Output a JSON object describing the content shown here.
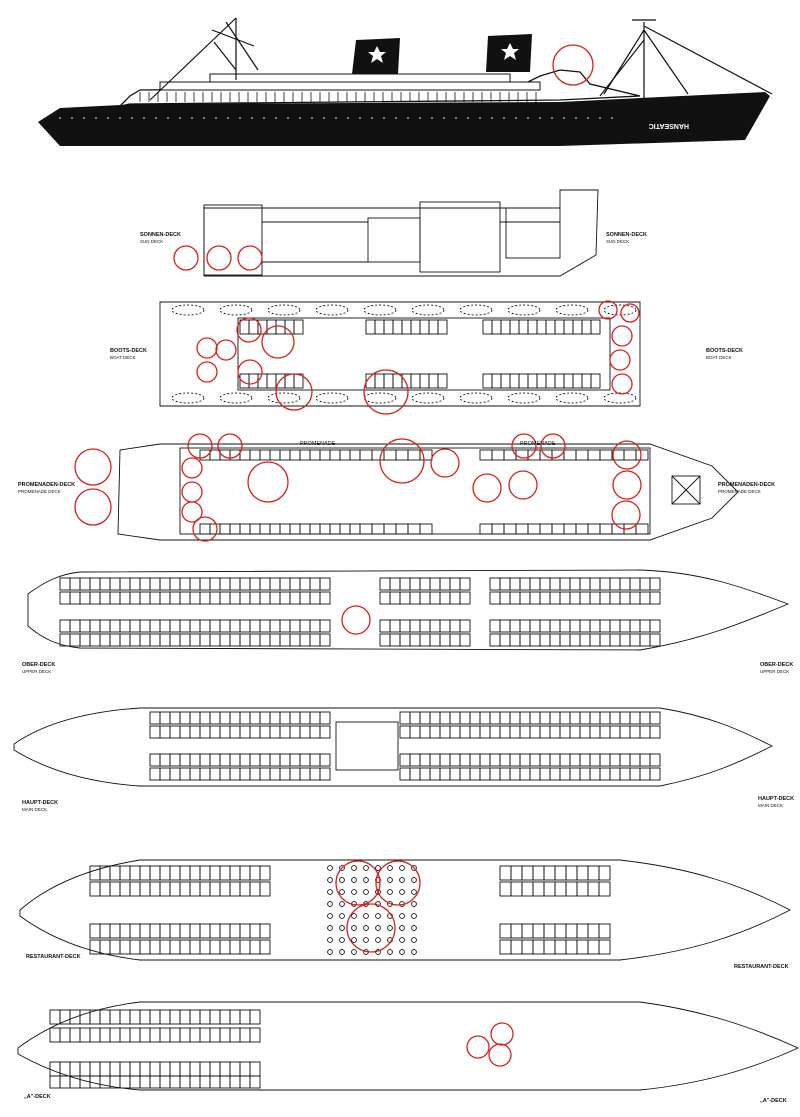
{
  "ship": {
    "name": "HANSEATIC"
  },
  "decks": [
    {
      "key": "sun",
      "name": "SONNEN-DECK",
      "name_en": "SUN DECK"
    },
    {
      "key": "boat",
      "name": "BOOTS-DECK",
      "name_en": "BOAT DECK"
    },
    {
      "key": "prom",
      "name": "PROMENADEN-DECK",
      "name_en": "PROMENADE DECK"
    },
    {
      "key": "upper",
      "name": "OBER-DECK",
      "name_en": "UPPER DECK"
    },
    {
      "key": "main",
      "name": "HAUPT-DECK",
      "name_en": "MAIN DECK"
    },
    {
      "key": "rest",
      "name": "RESTAURANT-DECK",
      "name_en": ""
    },
    {
      "key": "a",
      "name": "„A\"-DECK",
      "name_en": ""
    }
  ],
  "promenade_labels": {
    "left": "PROMENADE",
    "right": "PROMENADE"
  },
  "colors": {
    "ink": "#111111",
    "marker": "#d9201c",
    "paper": "#ffffff",
    "funnel_star": "#ffffff"
  }
}
